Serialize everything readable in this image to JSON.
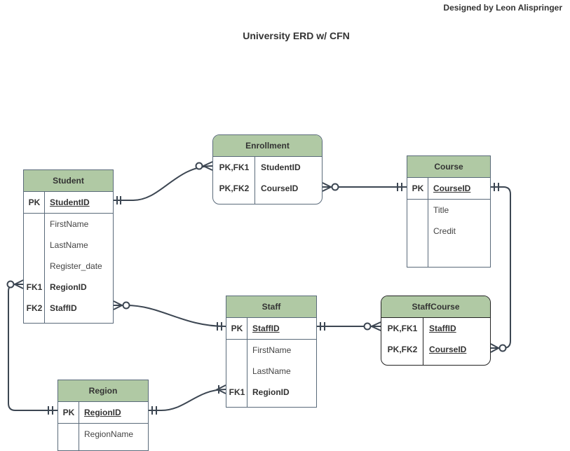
{
  "designer": "Designed by Leon Alispringer",
  "title": "University ERD w/ CFN",
  "entities": {
    "enrollment": {
      "name": "Enrollment",
      "rows": [
        {
          "key": "PK,FK1",
          "field": "StudentID"
        },
        {
          "key": "PK,FK2",
          "field": "CourseID"
        }
      ]
    },
    "course": {
      "name": "Course",
      "pk": {
        "key": "PK",
        "field": "CourseID"
      },
      "attrs": [
        "Title",
        "Credit"
      ]
    },
    "student": {
      "name": "Student",
      "pk": {
        "key": "PK",
        "field": "StudentID"
      },
      "attrs": [
        "FirstName",
        "LastName",
        "Register_date"
      ],
      "fks": [
        {
          "key": "FK1",
          "field": "RegionID"
        },
        {
          "key": "FK2",
          "field": "StaffID"
        }
      ]
    },
    "staff": {
      "name": "Staff",
      "pk": {
        "key": "PK",
        "field": "StaffID"
      },
      "attrs": [
        "FirstName",
        "LastName"
      ],
      "fks": [
        {
          "key": "FK1",
          "field": "RegionID"
        }
      ]
    },
    "staffcourse": {
      "name": "StaffCourse",
      "rows": [
        {
          "key": "PK,FK1",
          "field": "StaffID"
        },
        {
          "key": "PK,FK2",
          "field": "CourseID"
        }
      ]
    },
    "region": {
      "name": "Region",
      "pk": {
        "key": "PK",
        "field": "RegionID"
      },
      "attrs": [
        "RegionName"
      ]
    }
  }
}
